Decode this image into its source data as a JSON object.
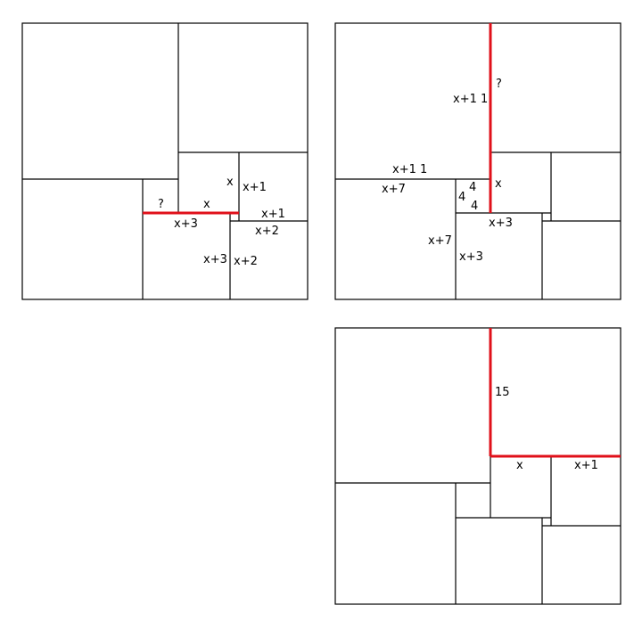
{
  "colors": {
    "line": "#000000",
    "highlight": "#e0101a",
    "background": "#ffffff"
  },
  "panel1": {
    "labels": {
      "q": "?",
      "x": "x",
      "x3_under": "x+3",
      "x_side": "x",
      "x1_right": "x+1",
      "x1_bottom": "x+1",
      "x2_top": "x+2",
      "x3_left": "x+3",
      "x2_side": "x+2"
    }
  },
  "panel2": {
    "labels": {
      "q": "?",
      "x11_vertical": "x+1 1",
      "x11_horizontal": "x+1 1",
      "x7_top": "x+7",
      "four_a": "4",
      "four_b": "4",
      "four_c": "4",
      "x_small": "x",
      "x3_top": "x+3",
      "x7_left": "x+7",
      "x3_left": "x+3"
    }
  },
  "panel3": {
    "labels": {
      "fifteen": "15",
      "x": "x",
      "x1": "x+1"
    }
  }
}
